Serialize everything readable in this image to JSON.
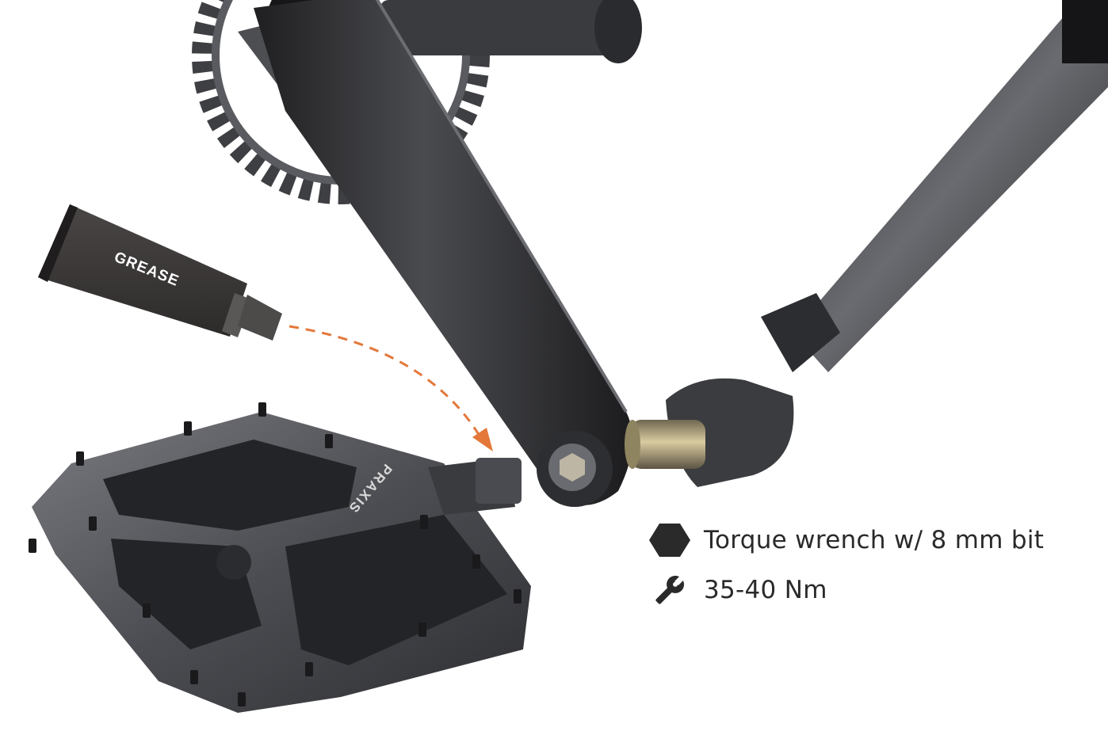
{
  "diagram": {
    "grease_tube_label": "GREASE",
    "pedal_brand": "PRAXIS",
    "specs": [
      {
        "icon": "hex-icon",
        "text": "Torque wrench w/ 8 mm bit"
      },
      {
        "icon": "wrench-icon",
        "text": "35-40 Nm"
      }
    ],
    "colors": {
      "arrow": "#e3783a",
      "metal_dark": "#2b2b2d",
      "metal_mid": "#55565a",
      "grease_tube": "#3a3838",
      "icon": "#2a2a2a",
      "brass": "#b8a77c"
    }
  }
}
